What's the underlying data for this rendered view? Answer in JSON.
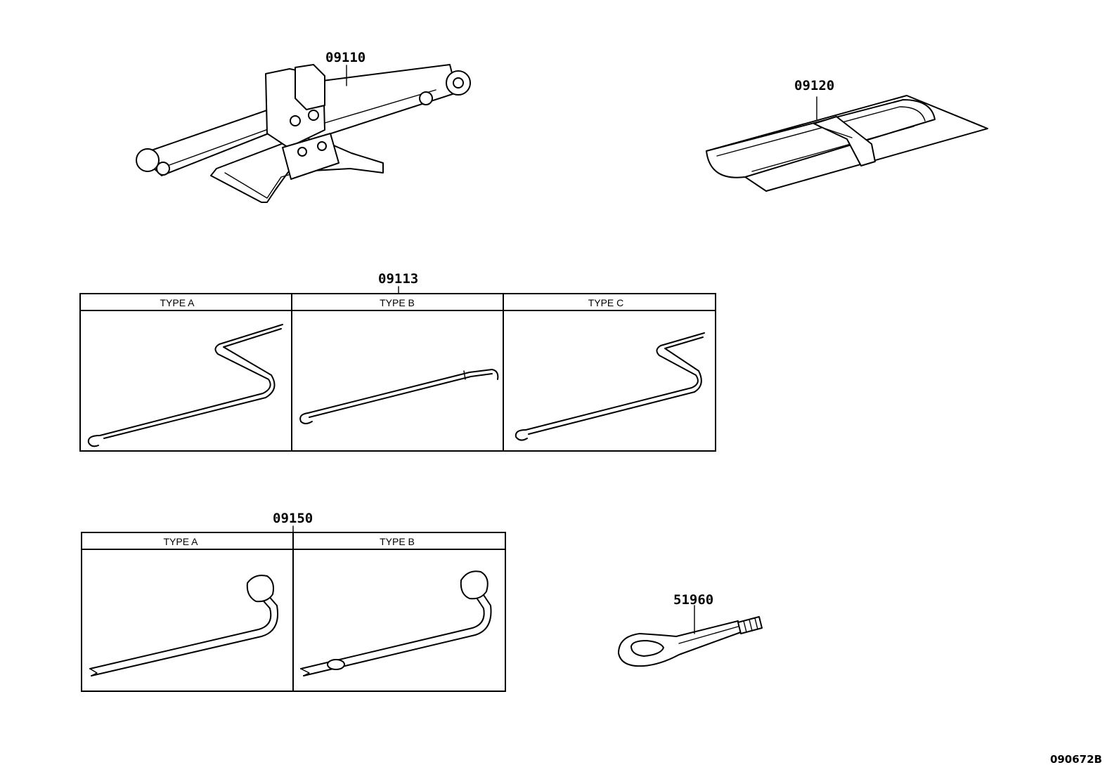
{
  "parts": {
    "jack": "09110",
    "tool_bag": "09120",
    "jack_handle": "09113",
    "wrench": "09150",
    "towing_eye": "51960"
  },
  "jack_handle_types": [
    "TYPE A",
    "TYPE B",
    "TYPE C"
  ],
  "wrench_types": [
    "TYPE A",
    "TYPE B"
  ],
  "illustration_code": "090672B"
}
